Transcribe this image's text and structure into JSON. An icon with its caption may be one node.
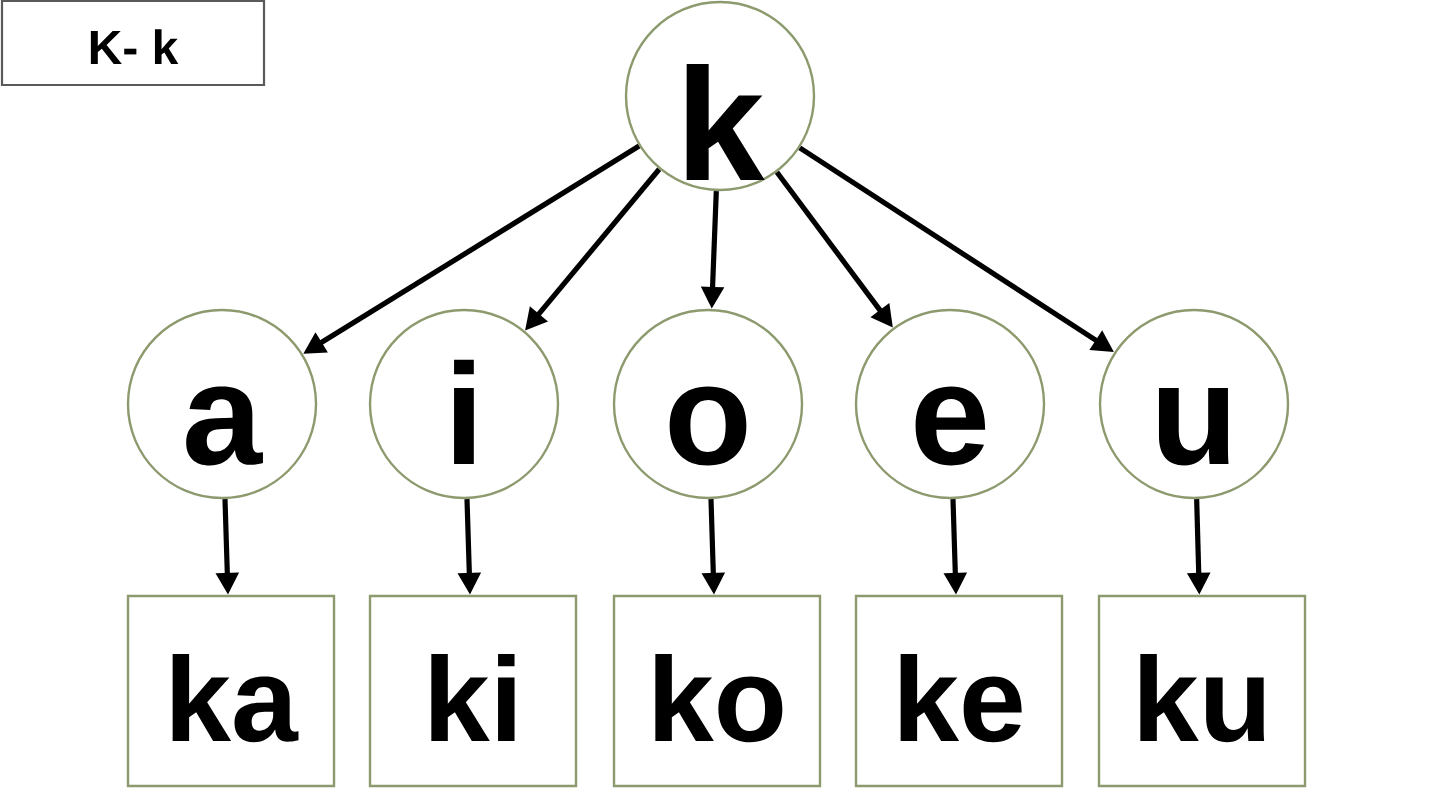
{
  "diagram": {
    "nodes": [
      {
        "text": [
          "K- k"
        ]
      },
      {
        "text": [
          "k"
        ]
      },
      {
        "text": [
          "a"
        ]
      },
      {
        "text": [
          "i"
        ]
      },
      {
        "text": [
          "o"
        ]
      },
      {
        "text": [
          "e"
        ]
      },
      {
        "text": [
          "u"
        ]
      },
      {
        "text": [
          "ka"
        ]
      },
      {
        "text": [
          "ki"
        ]
      },
      {
        "text": [
          "ko"
        ]
      },
      {
        "text": [
          "ke"
        ]
      },
      {
        "text": [
          "ku"
        ]
      }
    ],
    "edges": [
      {
        "from": 1,
        "to": 2,
        "arrow": "to"
      },
      {
        "from": 1,
        "to": 3,
        "arrow": "to"
      },
      {
        "from": 1,
        "to": 4,
        "arrow": "to"
      },
      {
        "from": 1,
        "to": 5,
        "arrow": "to"
      },
      {
        "from": 1,
        "to": 6,
        "arrow": "to"
      },
      {
        "from": 2,
        "to": 7,
        "arrow": "to"
      },
      {
        "from": 3,
        "to": 8,
        "arrow": "to"
      },
      {
        "from": 4,
        "to": 9,
        "arrow": "to"
      },
      {
        "from": 5,
        "to": 10,
        "arrow": "to"
      },
      {
        "from": 6,
        "to": 11,
        "arrow": "to"
      }
    ]
  }
}
